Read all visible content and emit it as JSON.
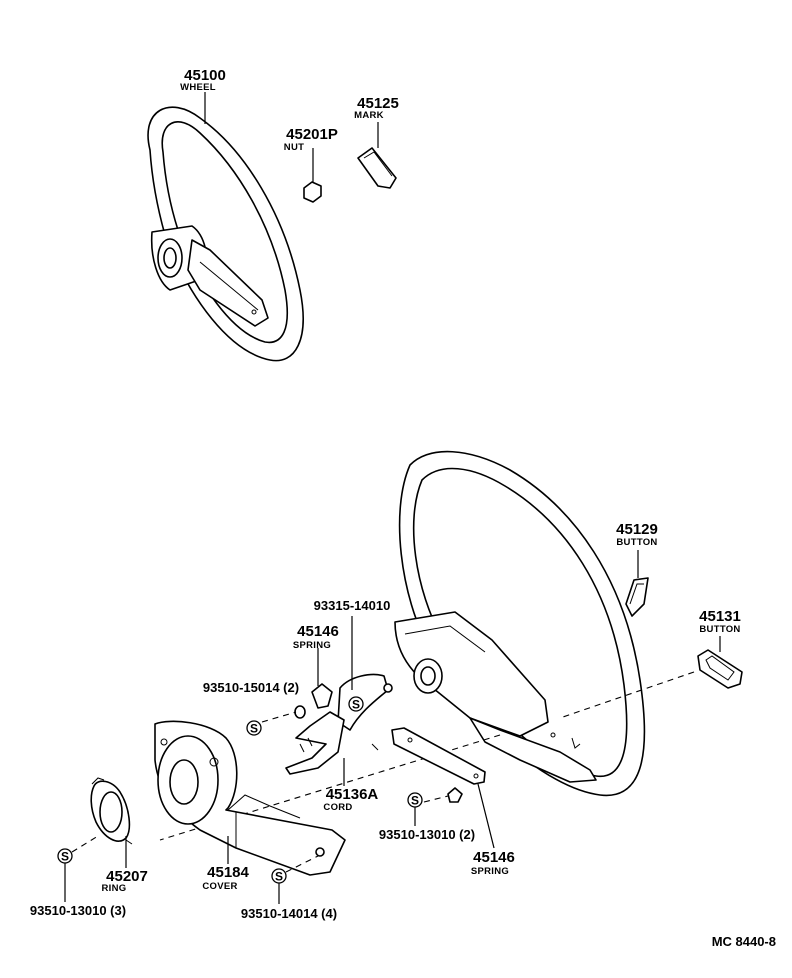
{
  "parts": {
    "wheel_top": {
      "number": "45100",
      "name": "WHEEL"
    },
    "nut": {
      "number": "45201P",
      "name": "NUT"
    },
    "mark": {
      "number": "45125",
      "name": "MARK"
    },
    "button_129": {
      "number": "45129",
      "name": "BUTTON"
    },
    "button_131": {
      "number": "45131",
      "name": "BUTTON"
    },
    "screw_93315": {
      "number": "93315-14010"
    },
    "spring_upper": {
      "number": "45146",
      "name": "SPRING"
    },
    "screw_15014": {
      "number": "93510-15014 (2)"
    },
    "cord": {
      "number": "45136A",
      "name": "CORD"
    },
    "screw_13010_2": {
      "number": "93510-13010 (2)"
    },
    "spring_lower": {
      "number": "45146",
      "name": "SPRING"
    },
    "ring": {
      "number": "45207",
      "name": "RING"
    },
    "screw_13010_3": {
      "number": "93510-13010 (3)"
    },
    "cover": {
      "number": "45184",
      "name": "COVER"
    },
    "screw_14014": {
      "number": "93510-14014 (4)"
    }
  },
  "s_symbol": "S",
  "diagram_code": "MC 8440-8"
}
